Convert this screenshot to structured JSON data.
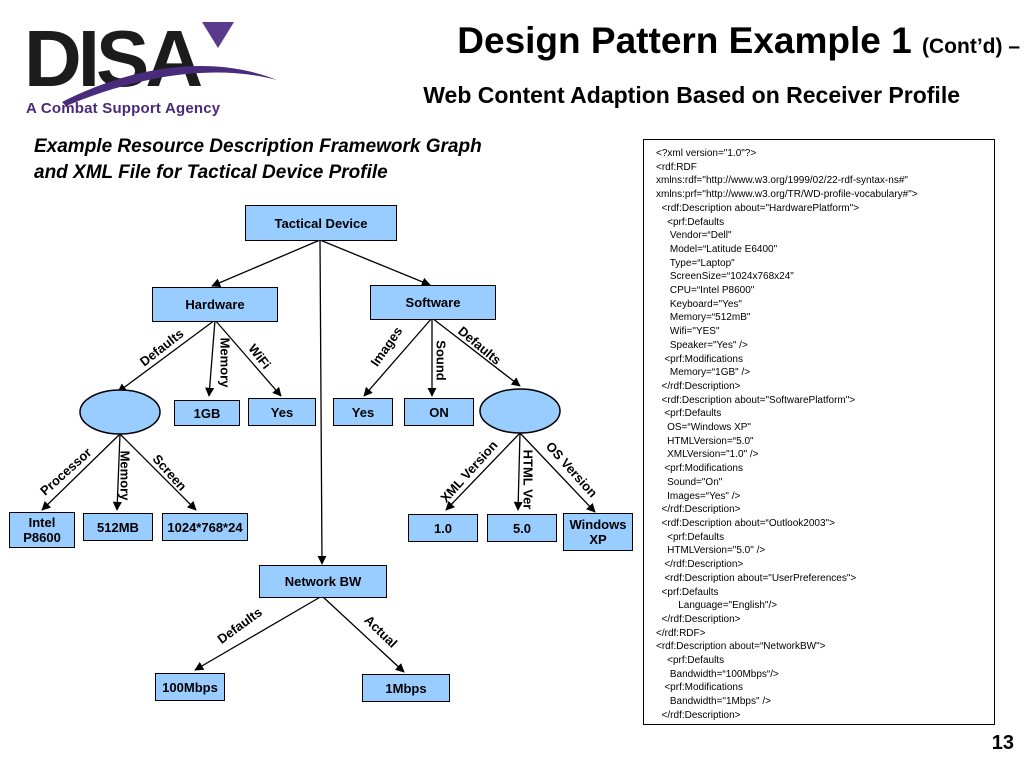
{
  "header": {
    "logo_text": "DISA",
    "tagline": "A Combat Support Agency",
    "title": "Design Pattern Example 1",
    "title_cont": "(Cont’d) –",
    "subtitle": "Web Content Adaption Based on Receiver Profile"
  },
  "heading": {
    "line1": "Example Resource Description Framework Graph",
    "line2": "and XML File for Tactical Device Profile"
  },
  "graph": {
    "nodes": {
      "tactical_device": "Tactical Device",
      "hardware": "Hardware",
      "software": "Software",
      "hw_memory": "1GB",
      "hw_wifi": "Yes",
      "sw_images": "Yes",
      "sw_sound": "ON",
      "processor_1": "Intel",
      "processor_2": "P8600",
      "memory": "512MB",
      "screen": "1024*768*24",
      "xml_version": "1.0",
      "html_version": "5.0",
      "os_1": "Windows",
      "os_2": "XP",
      "network_bw": "Network BW",
      "bw_default": "100Mbps",
      "bw_actual": "1Mbps"
    },
    "edge_labels": {
      "hw_defaults": "Defaults",
      "hw_memory": "Memory",
      "hw_wifi": "WiFi",
      "sw_images": "Images",
      "sw_sound": "Sound",
      "sw_defaults": "Defaults",
      "processor": "Processor",
      "memory": "Memory",
      "screen": "Screen",
      "xml_version": "XML Version",
      "html_version": "HTML Ver",
      "os_version": "OS Version",
      "bw_defaults": "Defaults",
      "bw_actual": "Actual"
    }
  },
  "xml_lines": [
    "<?xml version=\"1.0\"?>",
    "<rdf:RDF",
    "xmlns:rdf=\"http://www.w3.org/1999/02/22-rdf-syntax-ns#\"",
    "xmlns:prf=\"http://www.w3.org/TR/WD-profile-vocabulary#\">",
    "  <rdf:Description about=\"HardwarePlatform\">",
    "    <prf:Defaults",
    "     Vendor=“Dell\"",
    "     Model=“Latitude E6400\"",
    "     Type=“Laptop\"",
    "     ScreenSize=“1024x768x24\"",
    "     CPU=“Intel P8600\"",
    "     Keyboard=\"Yes\"",
    "     Memory=“512mB\"",
    "     Wifi=\"YES\"",
    "     Speaker=\"Yes\" />",
    "   <prf:Modifications",
    "     Memory=“1GB\" />",
    "  </rdf:Description>",
    "  <rdf:Description about=\"SoftwarePlatform\">",
    "   <prf:Defaults",
    "    OS=“Windows XP\"",
    "    HTMLVersion=“5.0\"",
    "    XMLVersion=\"1.0\" />",
    "   <prf:Modifications",
    "    Sound=\"On\"",
    "    Images=“Yes\" />",
    "  </rdf:Description>",
    "  <rdf:Description about=“Outlook2003\">",
    "    <prf:Defaults",
    "    HTMLVersion=\"5.0\" />",
    "   </rdf:Description>",
    "   <rdf:Description about=\"UserPreferences\">",
    "  <prf:Defaults",
    "        Language=\"English\"/>",
    "  </rdf:Description>",
    "</rdf:RDF>",
    "<rdf:Description about=“NetworkBW\">",
    "    <prf:Defaults",
    "     Bandwidth=“100Mbps“/>",
    "   <prf:Modifications",
    "     Bandwidth=\"1Mbps\" />",
    "  </rdf:Description>"
  ],
  "page_number": "13",
  "colors": {
    "node_fill": "#99ccff",
    "logo_purple": "#4a2a7a"
  }
}
